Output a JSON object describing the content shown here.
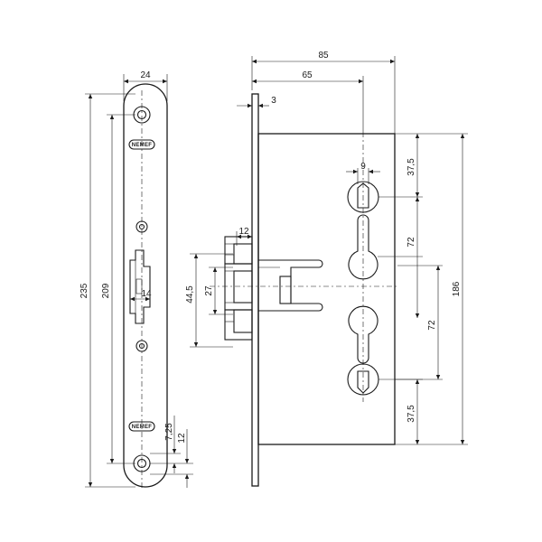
{
  "drawing": {
    "dimensions": {
      "faceplate_width": "24",
      "faceplate_length": "235",
      "strike_length": "209",
      "strike_window": "14",
      "hole_offset": "7,25",
      "hole_pitch": "12",
      "case_depth": "85",
      "backset": "65",
      "plate_thickness": "3",
      "spindle_square": "9",
      "latch_width": "12",
      "latch_height": "44,5",
      "bolt_height": "27",
      "top_offset": "37,5",
      "centre_upper": "72",
      "centre_lower": "72",
      "case_height": "186",
      "bottom_offset": "37,5"
    },
    "logo": {
      "top": "NEMEF",
      "bottom": "NEMEF"
    },
    "colors": {
      "line": "#1a1a1a",
      "background": "#ffffff"
    }
  }
}
